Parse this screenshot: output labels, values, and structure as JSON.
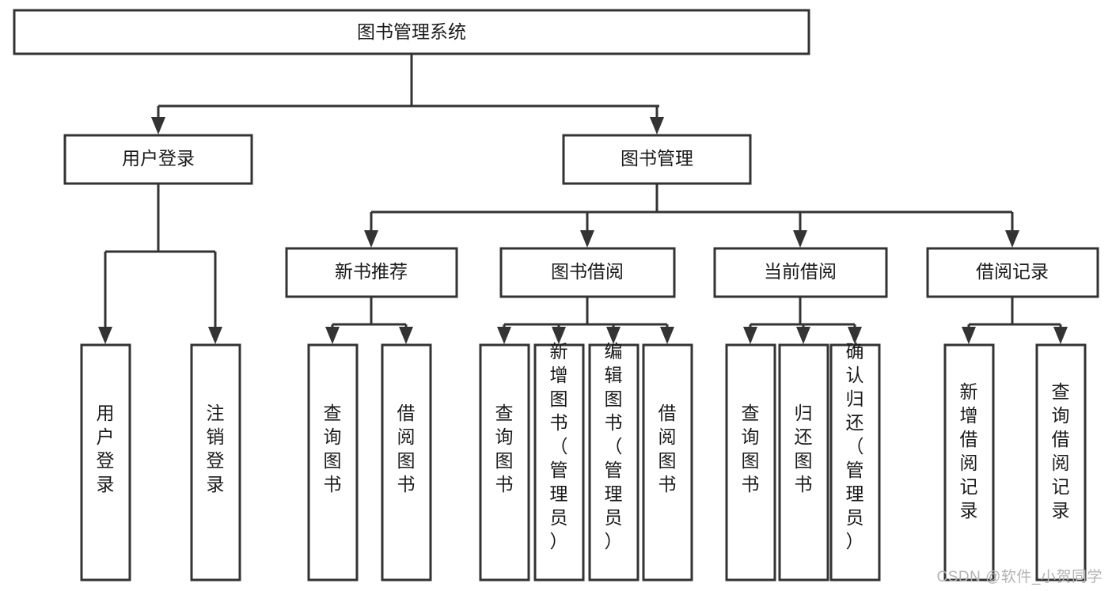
{
  "diagram": {
    "type": "tree-hierarchy",
    "title": "图书管理系统",
    "watermark": "CSDN @软件_小贺同学",
    "colors": {
      "stroke": "#333333",
      "fill": "#ffffff",
      "text": "#1a1a1a",
      "watermark": "#b3b3b3"
    },
    "levels": {
      "root": {
        "label": "图书管理系统"
      },
      "level2": [
        {
          "label": "用户登录"
        },
        {
          "label": "图书管理"
        }
      ],
      "level3": [
        {
          "label": "新书推荐"
        },
        {
          "label": "图书借阅"
        },
        {
          "label": "当前借阅"
        },
        {
          "label": "借阅记录"
        }
      ],
      "leaves": {
        "user_login": [
          {
            "label": "用户登录"
          },
          {
            "label": "注销登录"
          }
        ],
        "new_book": [
          {
            "label": "查询图书"
          },
          {
            "label": "借阅图书"
          }
        ],
        "book_borrow": [
          {
            "label": "查询图书"
          },
          {
            "label": "新增图书（管理员）"
          },
          {
            "label": "编辑图书（管理员）"
          },
          {
            "label": "借阅图书"
          }
        ],
        "current_borrow": [
          {
            "label": "查询图书"
          },
          {
            "label": "归还图书"
          },
          {
            "label": "确认归还（管理员）"
          }
        ],
        "borrow_record": [
          {
            "label": "新增借阅记录"
          },
          {
            "label": "查询借阅记录"
          }
        ]
      }
    }
  }
}
